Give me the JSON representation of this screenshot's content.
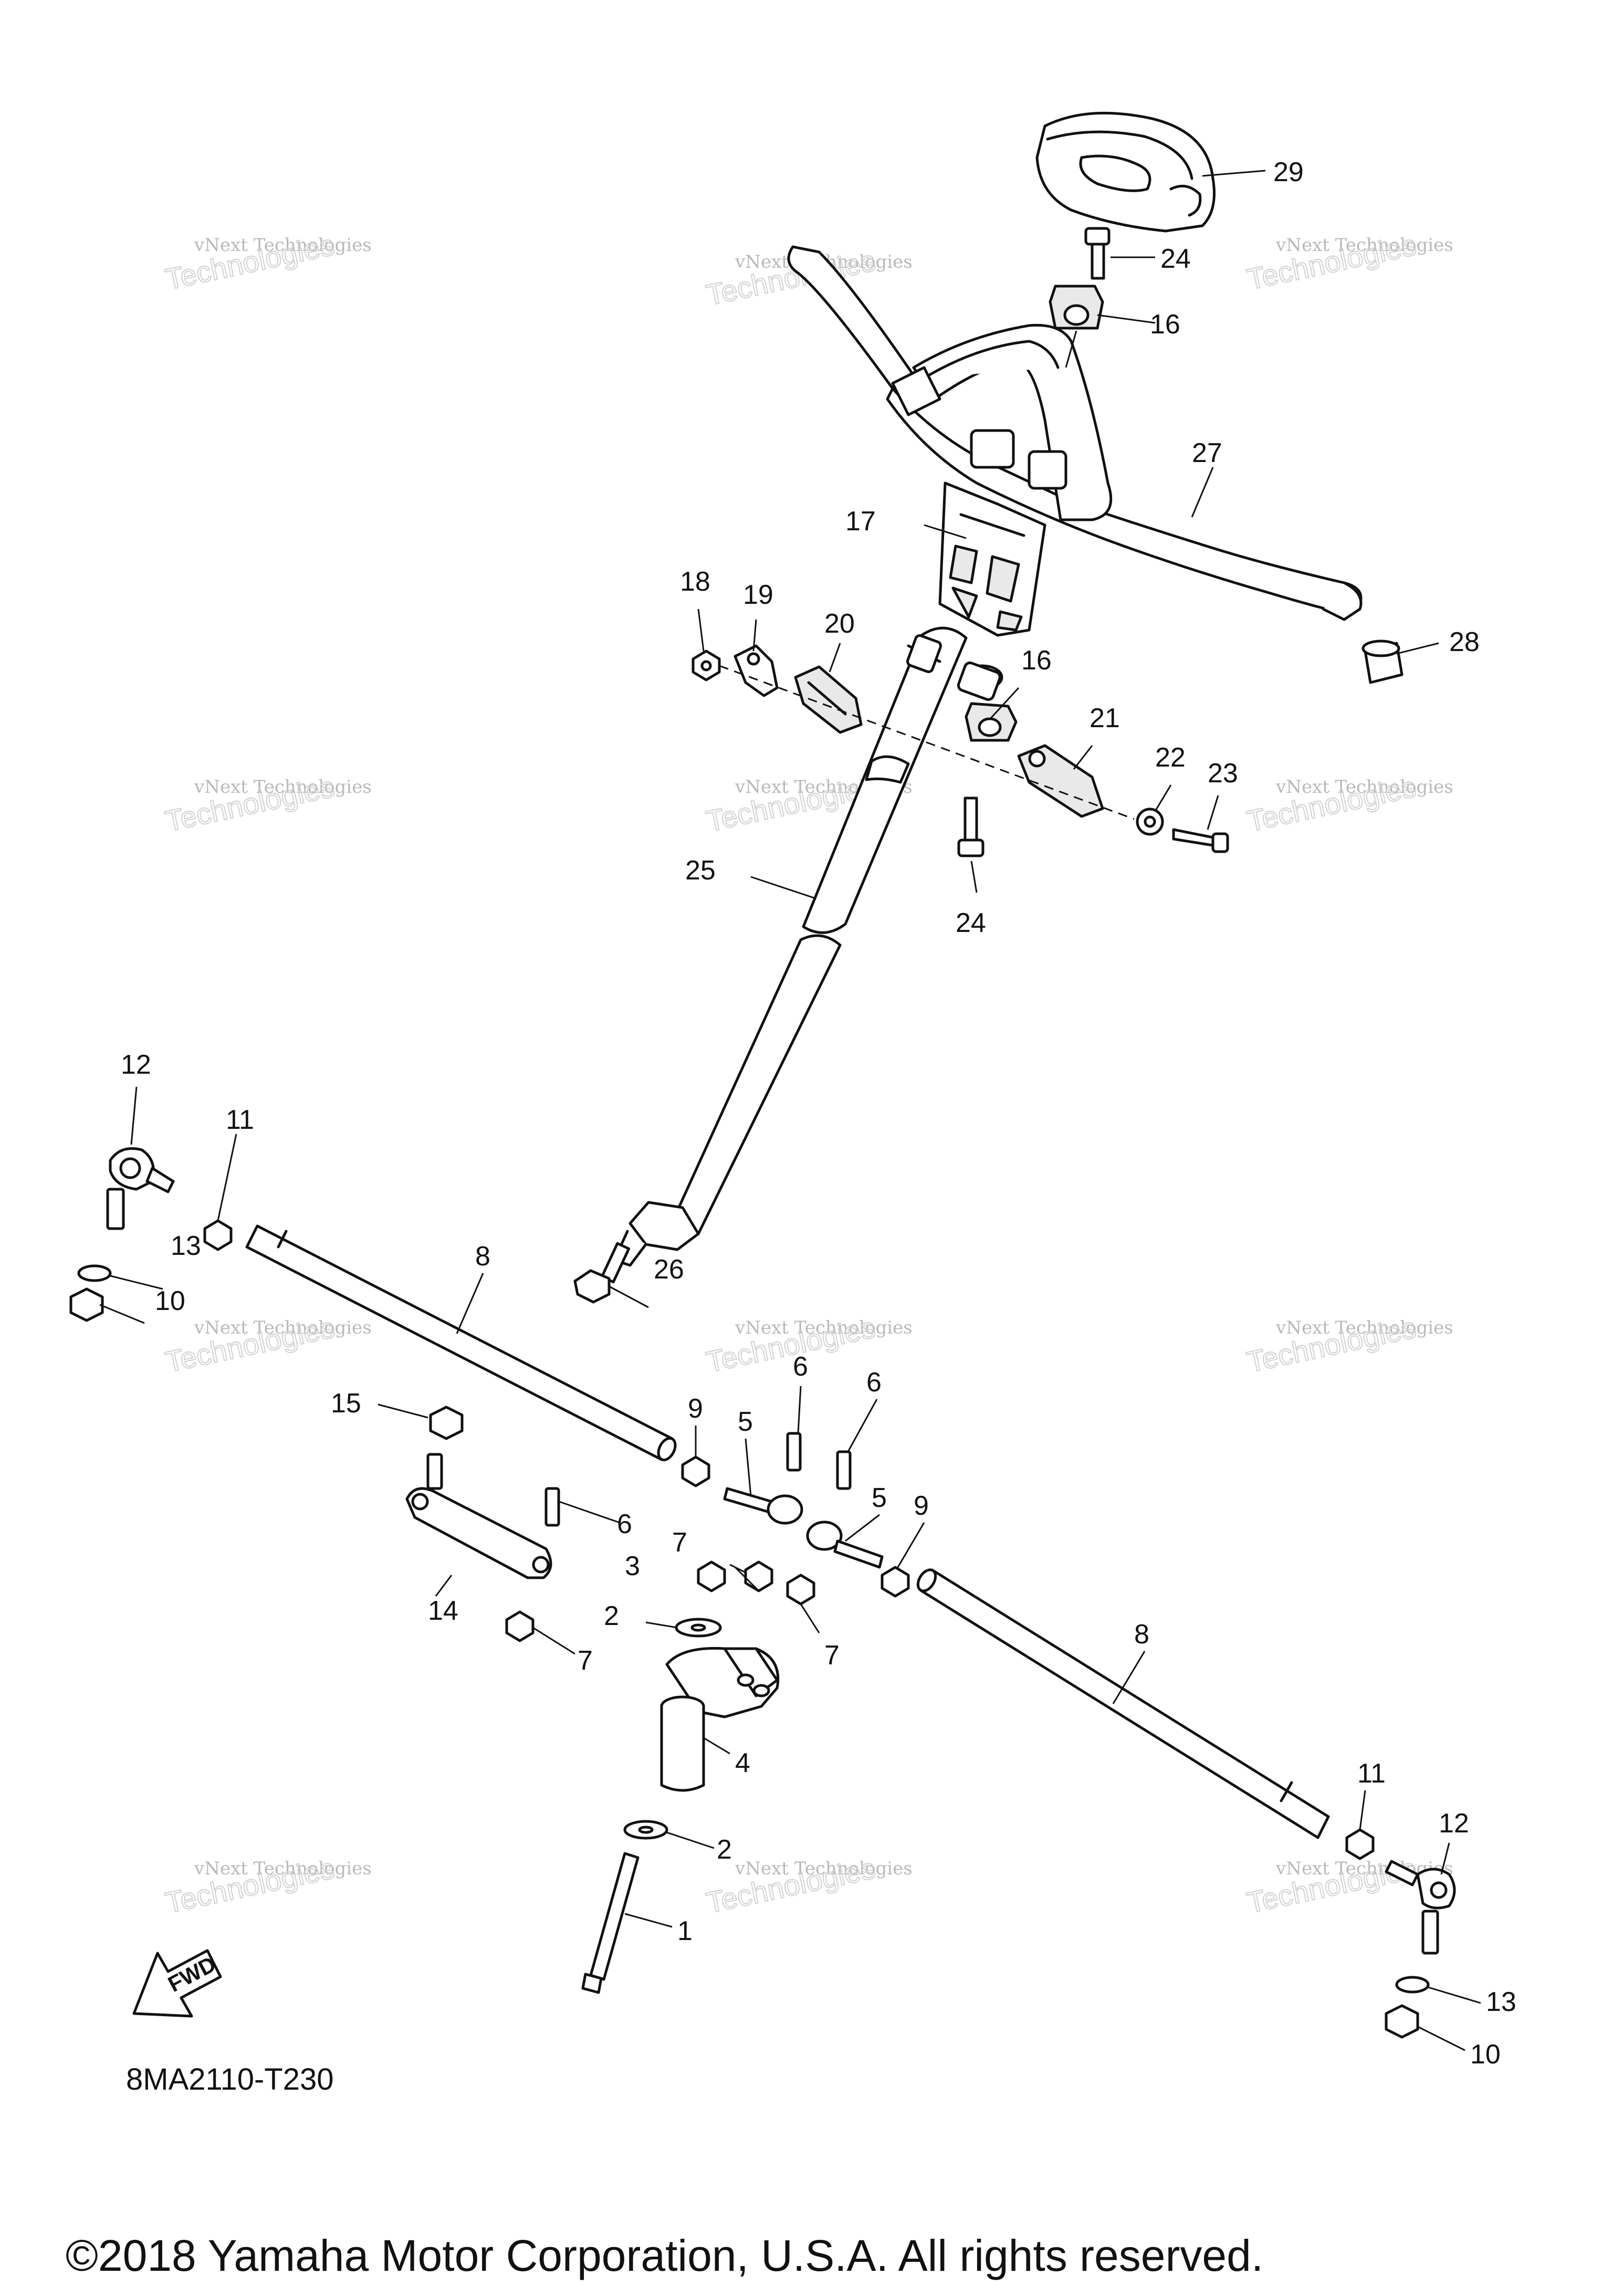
{
  "diagram": {
    "code": "8MA2110-T230",
    "copyright": "©2018 Yamaha Motor Corporation, U.S.A. All rights reserved.",
    "fwd_label": "FWD",
    "watermark_line1": "vNext Technologies",
    "watermark_line2": "Technologies",
    "callouts": {
      "c29": "29",
      "c24a": "24",
      "c16a": "16",
      "c27": "27",
      "c17": "17",
      "c28": "28",
      "c18": "18",
      "c19": "19",
      "c20": "20",
      "c16b": "16",
      "c21": "21",
      "c22": "22",
      "c23": "23",
      "c25": "25",
      "c24b": "24",
      "c12a": "12",
      "c11a": "11",
      "c13a": "13",
      "c10a": "10",
      "c26": "26",
      "c8a": "8",
      "c15": "15",
      "c9a": "9",
      "c6a": "6",
      "c6b": "6",
      "c5a": "5",
      "c5b": "5",
      "c9b": "9",
      "c6c": "6",
      "c14": "14",
      "c7a": "7",
      "c3": "3",
      "c2a": "2",
      "c7b": "7",
      "c7c": "7",
      "c4": "4",
      "c8b": "8",
      "c11b": "11",
      "c12b": "12",
      "c2b": "2",
      "c1": "1",
      "c13b": "13",
      "c10b": "10"
    }
  }
}
